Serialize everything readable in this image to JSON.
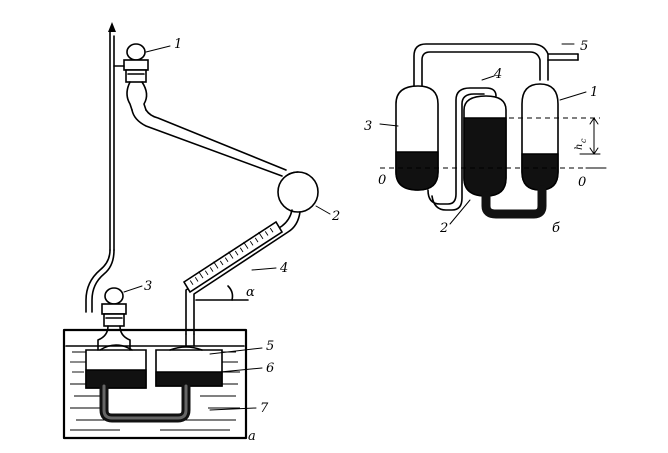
{
  "diagram_a": {
    "labels": {
      "l1": "1",
      "l2": "2",
      "l3": "3",
      "l4": "4",
      "l5": "5",
      "l6": "6",
      "l7": "7",
      "angle": "α",
      "panel": "а"
    }
  },
  "diagram_b": {
    "labels": {
      "l1": "1",
      "l2": "2",
      "l3": "3",
      "l4": "4",
      "l5": "5",
      "zero_left": "0",
      "zero_right": "0",
      "height": "h",
      "height_sub": "с",
      "panel": "б"
    }
  }
}
